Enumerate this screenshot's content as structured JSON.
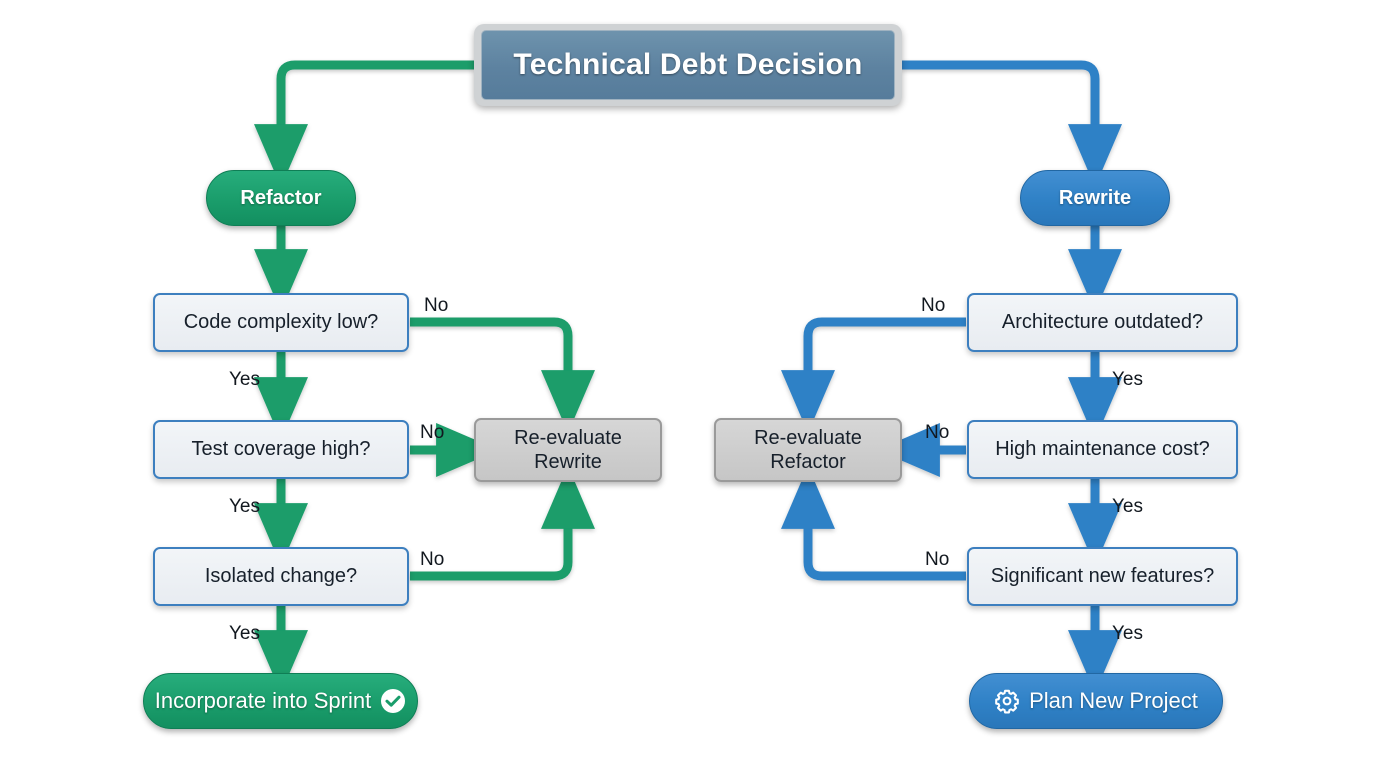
{
  "diagram": {
    "title": "Technical Debt Decision",
    "background": "#ffffff",
    "colors": {
      "green": "#1a9d6b",
      "blue": "#2f81c6",
      "gray": "#c6c6c6",
      "title_fill": "#5d82a0",
      "decision_border": "#3d7fbf",
      "decision_fill": "#eceff3"
    }
  },
  "branches": {
    "left": {
      "start_label": "Refactor",
      "decisions": [
        {
          "text": "Code complexity low?",
          "yes_label": "Yes",
          "no_label": "No"
        },
        {
          "text": "Test coverage high?",
          "yes_label": "Yes",
          "no_label": "No"
        },
        {
          "text": "Isolated change?",
          "yes_label": "Yes",
          "no_label": "No"
        }
      ],
      "fallback": {
        "line1": "Re-evaluate",
        "line2": "Rewrite"
      },
      "outcome": {
        "label": "Incorporate into Sprint",
        "icon": "check-circle-icon"
      }
    },
    "right": {
      "start_label": "Rewrite",
      "decisions": [
        {
          "text": "Architecture outdated?",
          "yes_label": "Yes",
          "no_label": "No"
        },
        {
          "text": "High maintenance cost?",
          "yes_label": "Yes",
          "no_label": "No"
        },
        {
          "text": "Significant new features?",
          "yes_label": "Yes",
          "no_label": "No"
        }
      ],
      "fallback": {
        "line1": "Re-evaluate",
        "line2": "Refactor"
      },
      "outcome": {
        "label": "Plan New Project",
        "icon": "gear-icon"
      }
    }
  }
}
